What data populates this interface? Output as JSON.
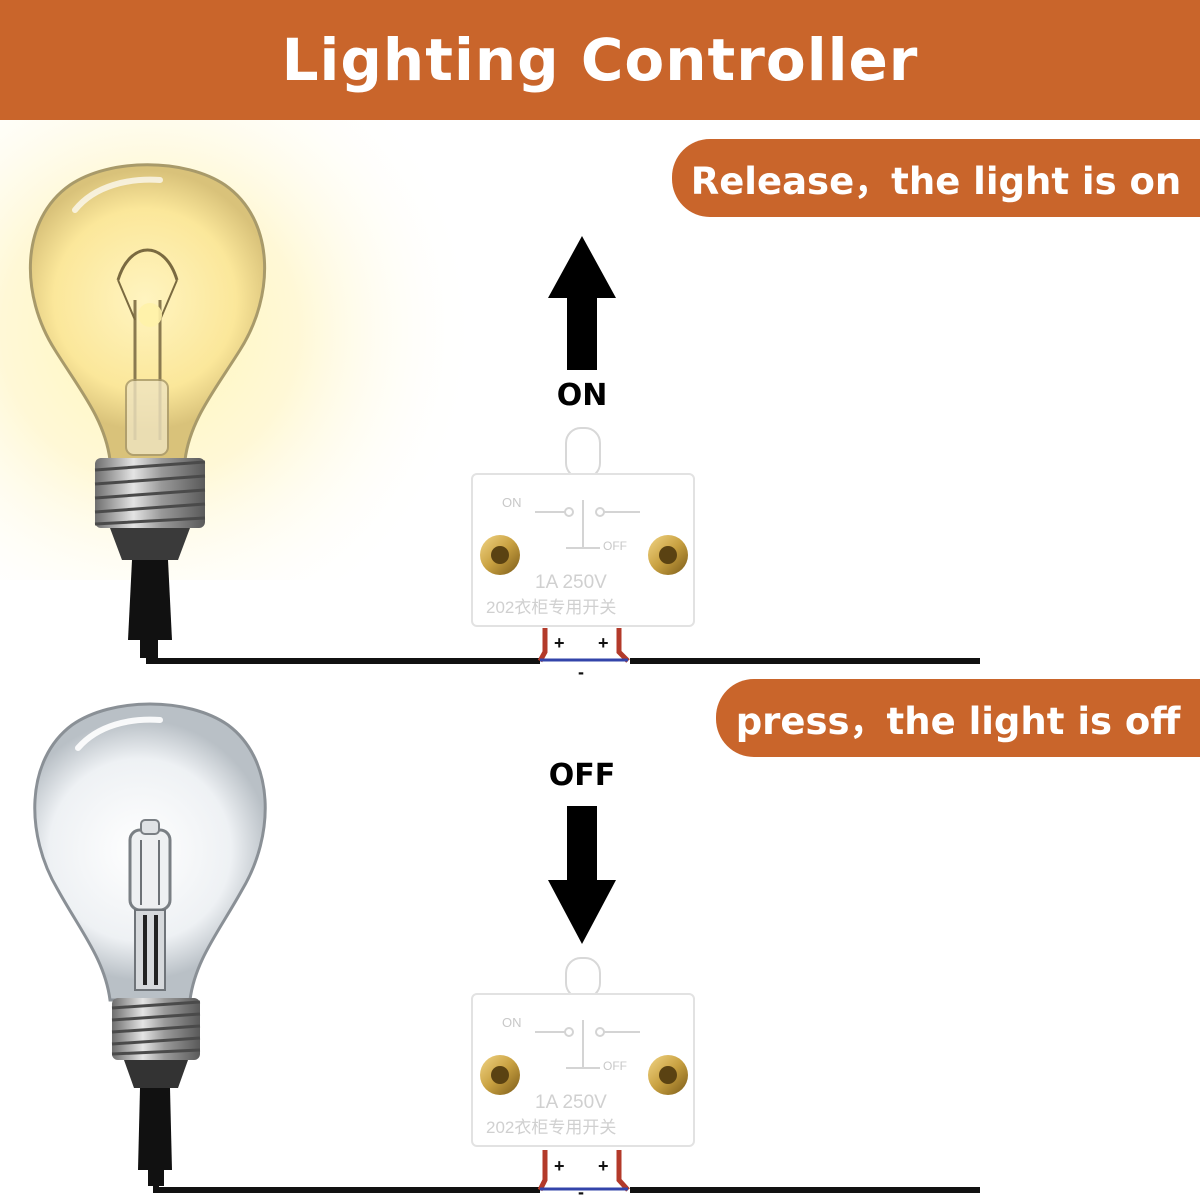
{
  "title": "Lighting Controller",
  "scenes": [
    {
      "callout": "Release，the light is on",
      "state_label": "ON",
      "bulb": "glowing-bulb-icon",
      "arrow": "arrow-up-icon"
    },
    {
      "callout": "press，the light is off",
      "state_label": "OFF",
      "bulb": "unlit-bulb-icon",
      "arrow": "arrow-down-icon"
    }
  ],
  "switch_labels": {
    "on": "ON",
    "off": "OFF",
    "rating": "1A 250V",
    "model": "202衣柜专用开关",
    "plus": "+",
    "minus": "-"
  },
  "colors": {
    "accent": "#c9652b",
    "glow": "#fff3b0",
    "wire": "#111111",
    "brass": "#c8a040"
  }
}
